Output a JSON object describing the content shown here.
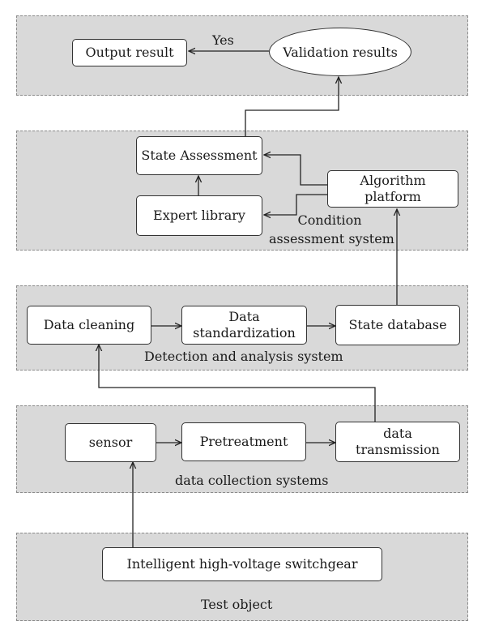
{
  "top": {
    "output_result": "Output result",
    "validation_results": "Validation results",
    "yes_label": "Yes"
  },
  "condition": {
    "state_assessment": "State Assessment",
    "expert_library": "Expert library",
    "algorithm_platform": "Algorithm platform",
    "system_label_line1": "Condition",
    "system_label_line2": "assessment system"
  },
  "detection": {
    "data_cleaning": "Data cleaning",
    "data_standardization_line1": "Data",
    "data_standardization_line2": "standardization",
    "state_database": "State database",
    "system_label": "Detection and analysis system"
  },
  "collection": {
    "sensor": "sensor",
    "pretreatment": "Pretreatment",
    "data_transmission_line1": "data",
    "data_transmission_line2": "transmission",
    "system_label": "data collection systems"
  },
  "test": {
    "switchgear": "Intelligent high-voltage switchgear",
    "system_label": "Test object"
  }
}
